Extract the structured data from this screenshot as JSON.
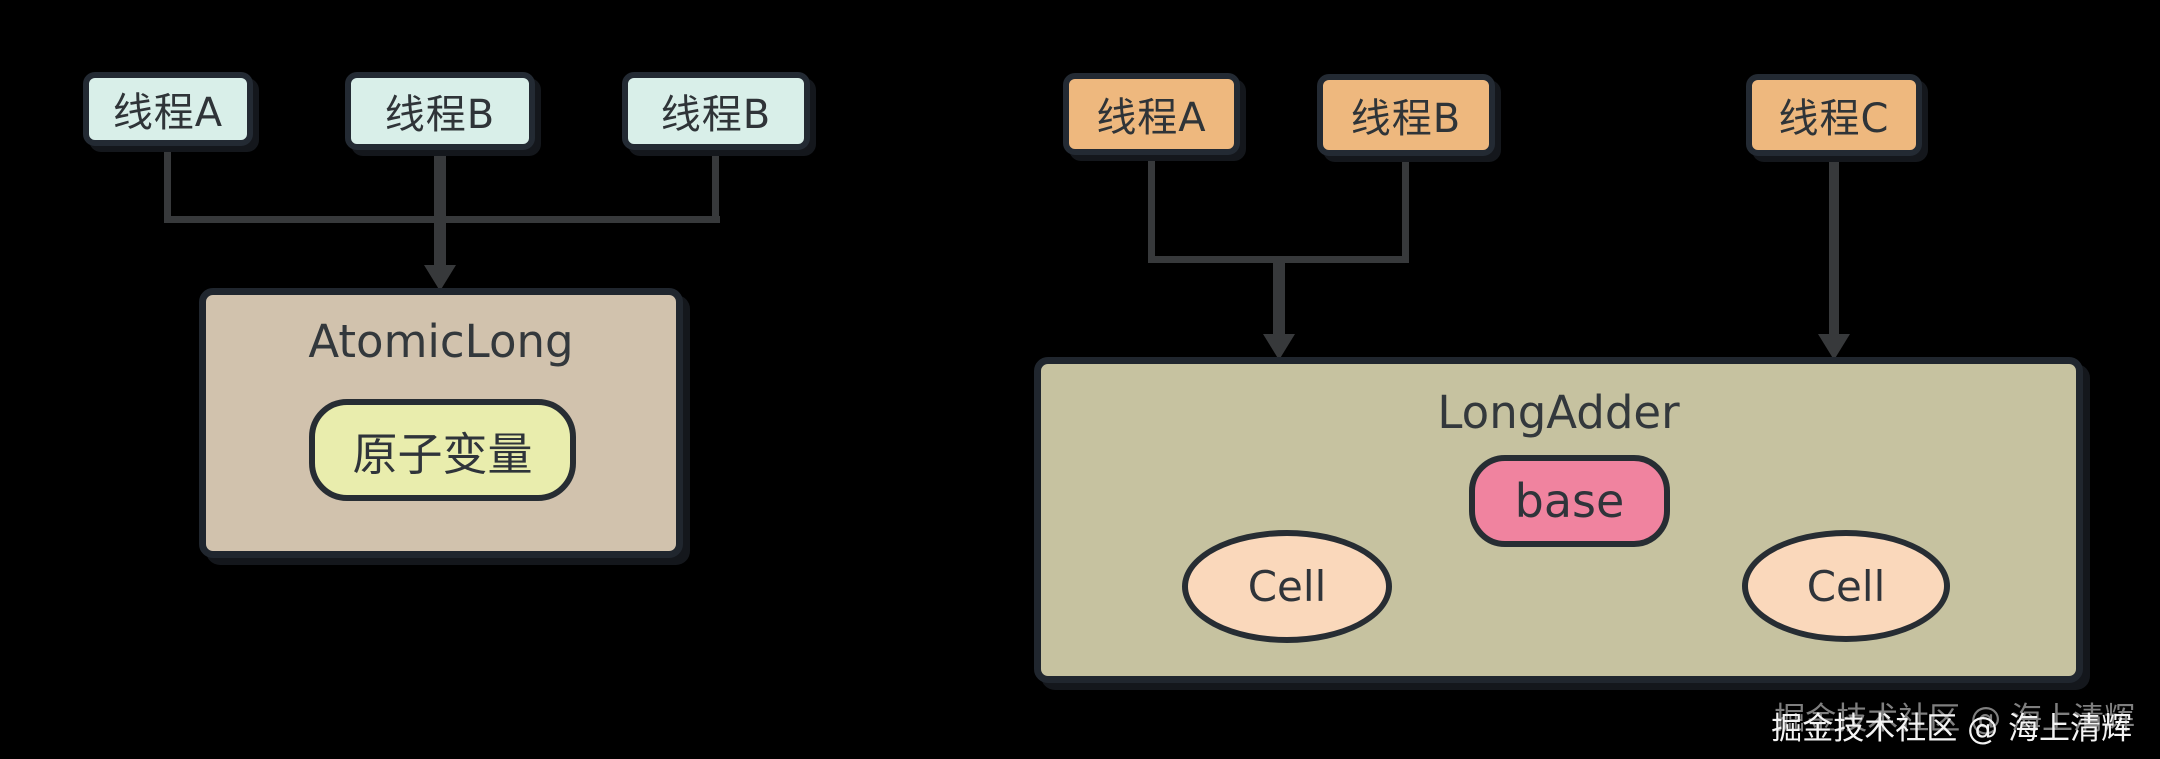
{
  "diagram": {
    "left_group": {
      "threads": [
        {
          "label": "线程A"
        },
        {
          "label": "线程B"
        },
        {
          "label": "线程B"
        }
      ],
      "container": {
        "title": "AtomicLong",
        "inner_label": "原子变量"
      },
      "colors": {
        "thread_fill": "#d9efe9",
        "container_fill": "#d1c2ad",
        "inner_fill": "#e9edad"
      }
    },
    "right_group": {
      "threads": [
        {
          "label": "线程A"
        },
        {
          "label": "线程B"
        },
        {
          "label": "线程C"
        }
      ],
      "container": {
        "title": "LongAdder",
        "base_label": "base",
        "cells": [
          {
            "label": "Cell"
          },
          {
            "label": "Cell"
          }
        ]
      },
      "colors": {
        "thread_fill": "#eeb87e",
        "container_fill": "#c6c2a0",
        "base_fill": "#f0839f",
        "cell_fill": "#fad8bb"
      }
    },
    "shared_colors": {
      "background": "#000000",
      "border": "#20262e",
      "line": "#37393b",
      "text": "#2f3438"
    }
  },
  "watermark": {
    "text": "掘金技术社区 @ 海上清辉"
  }
}
